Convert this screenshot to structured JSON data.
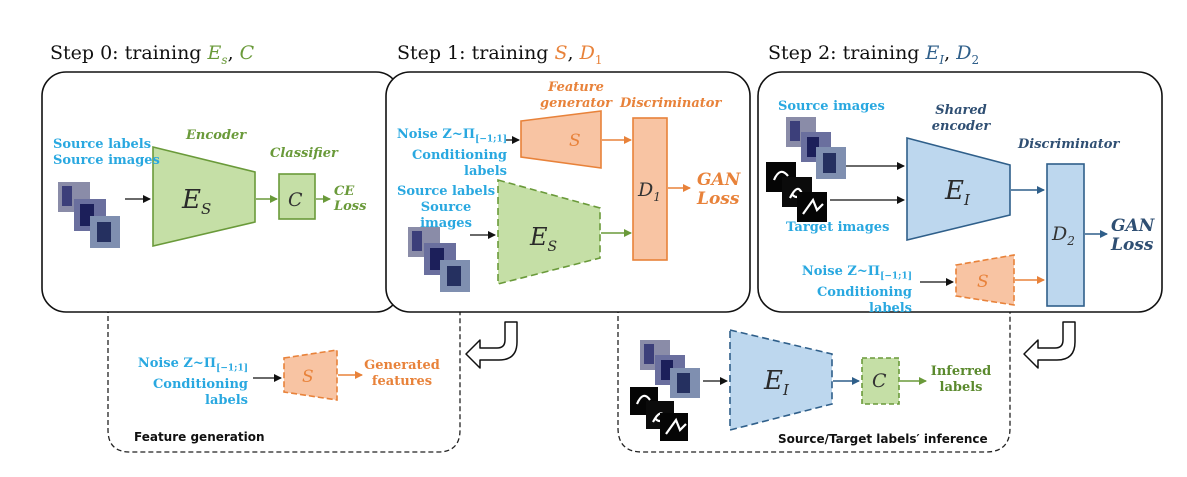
{
  "steps": [
    {
      "prefix": "Step 0: training ",
      "sym1": "E",
      "sub1": "s",
      "sep": ", ",
      "sym2": "C",
      "sub2": ""
    },
    {
      "prefix": "Step 1: training ",
      "sym1": "S",
      "sub1": "",
      "sep": ", ",
      "sym2": "D",
      "sub2": "1"
    },
    {
      "prefix": "Step 2: training ",
      "sym1": "E",
      "sub1": "I",
      "sep": ", ",
      "sym2": "D",
      "sub2": "2"
    }
  ],
  "step0": {
    "input_labels": "Source labels",
    "input_images": "Source images",
    "encoder_label": "Encoder",
    "encoder_sym": "E",
    "encoder_sub": "S",
    "classifier_label": "Classifier",
    "classifier_sym": "C",
    "loss_line1": "CE",
    "loss_line2": "Loss"
  },
  "step1": {
    "noise_prefix": "Noise Z~Π",
    "noise_sub": "[−1;1]",
    "conditioning": "Conditioning labels",
    "generator_line1": "Feature",
    "generator_line2": "generator",
    "generator_sym": "S",
    "discriminator_label": "Discriminator",
    "disc_sym": "D",
    "disc_sub": "1",
    "loss_line1": "GAN",
    "loss_line2": "Loss",
    "input_labels": "Source labels",
    "input_images": "Source images",
    "encoder_sym": "E",
    "encoder_sub": "S"
  },
  "step2": {
    "source_images": "Source images",
    "target_images": "Target images",
    "shared_line1": "Shared",
    "shared_line2": "encoder",
    "encoder_sym": "E",
    "encoder_sub": "I",
    "discriminator_label": "Discriminator",
    "disc_sym": "D",
    "disc_sub": "2",
    "loss_line1": "GAN",
    "loss_line2": "Loss",
    "noise_prefix": "Noise Z~Π",
    "noise_sub": "[−1;1]",
    "conditioning": "Conditioning labels",
    "generator_sym": "S"
  },
  "feature_generation": {
    "noise_prefix": "Noise Z~Π",
    "noise_sub": "[−1;1]",
    "conditioning": "Conditioning labels",
    "generator_sym": "S",
    "output_line1": "Generated",
    "output_line2": "features",
    "caption": "Feature generation"
  },
  "inference": {
    "encoder_sym": "E",
    "encoder_sub": "I",
    "classifier_sym": "C",
    "output_line1": "Inferred",
    "output_line2": "labels",
    "caption": "Source/Target labels′ inference"
  },
  "colors": {
    "green_fill": "#c5dfa6",
    "green_stroke": "#6a9a3a",
    "orange_fill": "#f8c4a3",
    "orange_stroke": "#e8823a",
    "blue_fill": "#bdd7ee",
    "blue_stroke": "#2f5f8a",
    "label_blue": "#29a8e0"
  }
}
